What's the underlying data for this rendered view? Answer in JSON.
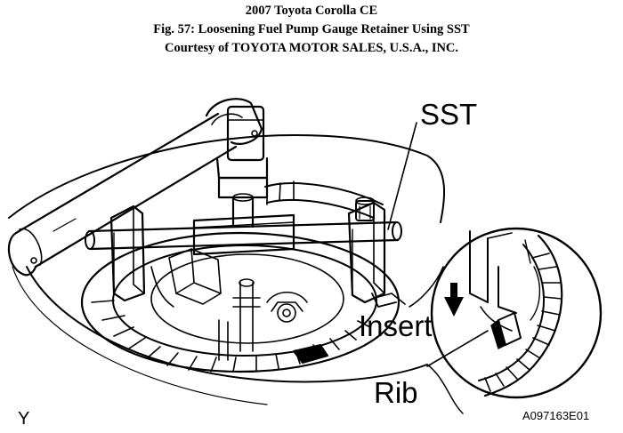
{
  "header": {
    "line1": "2007 Toyota Corolla CE",
    "line2": "Fig. 57: Loosening Fuel Pump Gauge Retainer Using SST",
    "line3": "Courtesy of TOYOTA MOTOR SALES, U.S.A., INC."
  },
  "labels": {
    "sst": "SST",
    "insert": "Insert",
    "rib": "Rib",
    "corner_mark": "Y",
    "figure_code": "A097163E01"
  },
  "colors": {
    "ink": "#000000",
    "paper": "#ffffff"
  }
}
